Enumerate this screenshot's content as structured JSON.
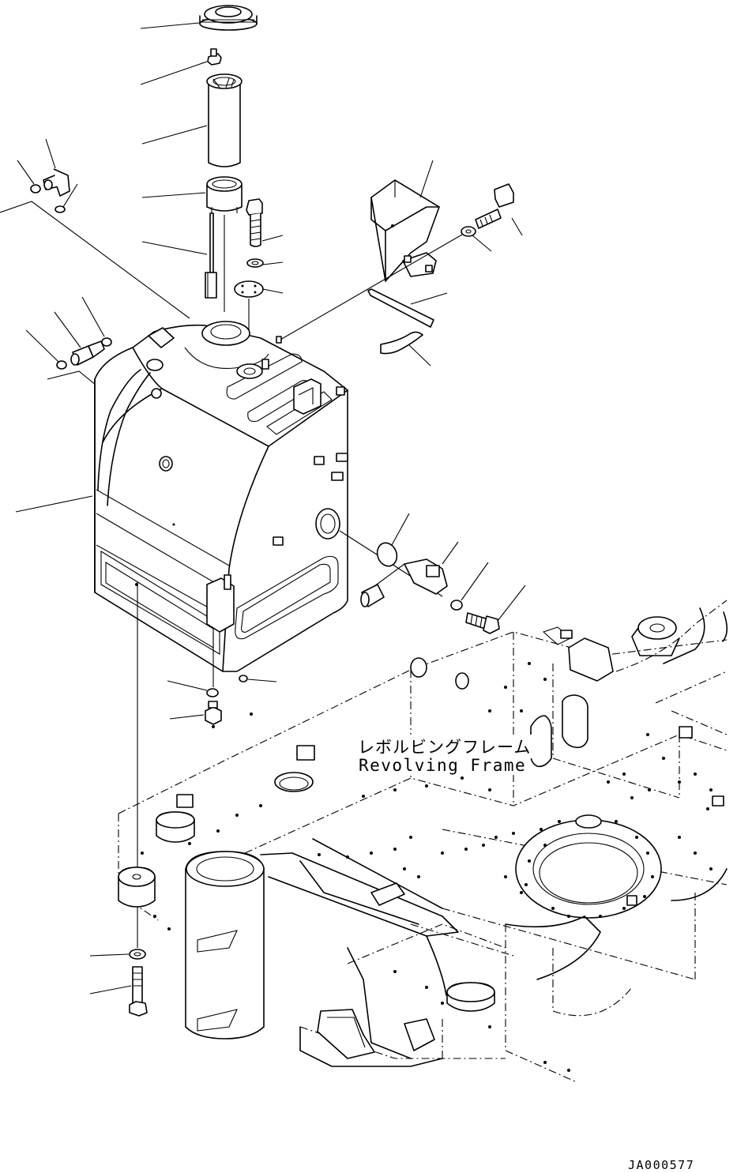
{
  "labels": {
    "frame_jp": "レボルビングフレーム",
    "frame_en": "Revolving Frame",
    "drawing_id": "JA000577"
  },
  "parts": [
    {
      "name": "filler-cap"
    },
    {
      "name": "cap-key"
    },
    {
      "name": "strainer"
    },
    {
      "name": "filler-neck"
    },
    {
      "name": "level-rod"
    },
    {
      "name": "bolt"
    },
    {
      "name": "washer"
    },
    {
      "name": "plate"
    },
    {
      "name": "cover"
    },
    {
      "name": "bolt-cover"
    },
    {
      "name": "washer-cover"
    },
    {
      "name": "strap"
    },
    {
      "name": "cushion"
    },
    {
      "name": "elbow"
    },
    {
      "name": "o-ring"
    },
    {
      "name": "connector"
    },
    {
      "name": "fuel-tank"
    },
    {
      "name": "sensor-o-ring"
    },
    {
      "name": "level-sensor"
    },
    {
      "name": "sensor-washer"
    },
    {
      "name": "sensor-bolt"
    },
    {
      "name": "drain-o-ring"
    },
    {
      "name": "drain-plug"
    },
    {
      "name": "mount-washer"
    },
    {
      "name": "mount-bolt"
    }
  ]
}
